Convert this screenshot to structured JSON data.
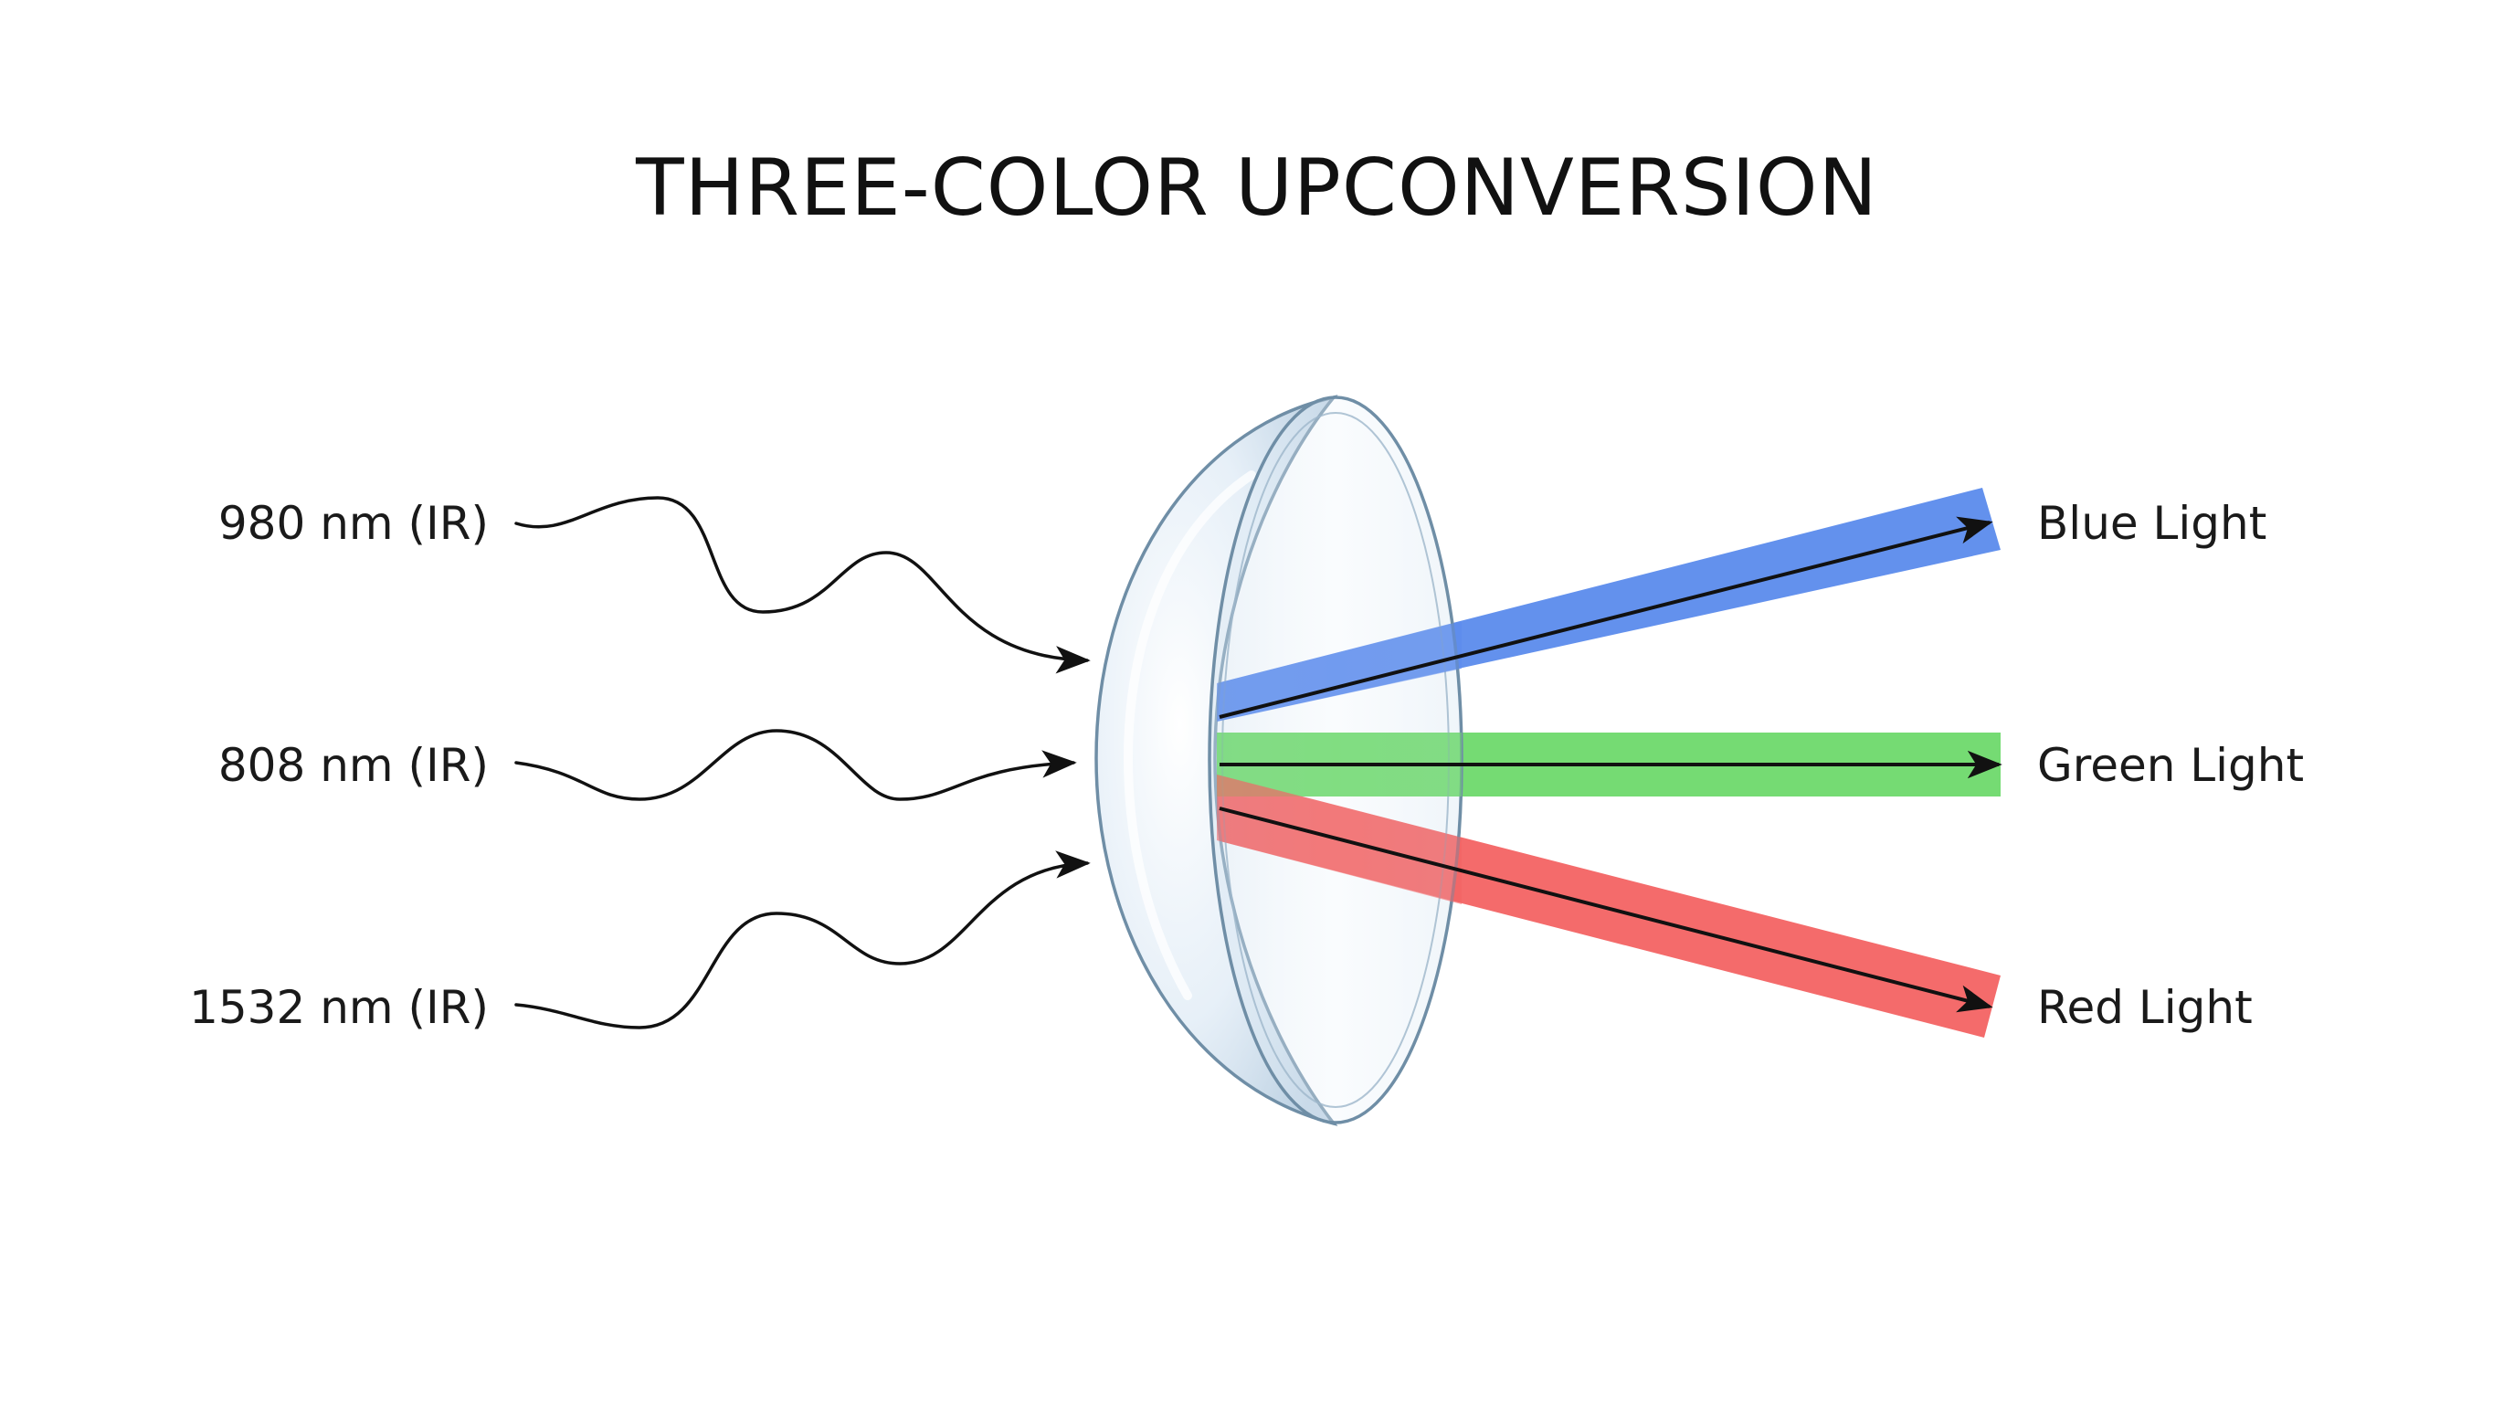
{
  "title": "THREE-COLOR UPCONVERSION",
  "inputs": [
    {
      "label": "980 nm (IR)"
    },
    {
      "label": "808 nm (IR)"
    },
    {
      "label": "1532 nm (IR)"
    }
  ],
  "outputs": [
    {
      "label": "Blue Light",
      "color": "#5b8bec"
    },
    {
      "label": "Green Light",
      "color": "#6ed96c"
    },
    {
      "label": "Red Light",
      "color": "#f36363"
    }
  ],
  "colors": {
    "text": "#111111",
    "lens_edge": "#6f8ea6",
    "lens_fill": "#dbe8f4"
  }
}
